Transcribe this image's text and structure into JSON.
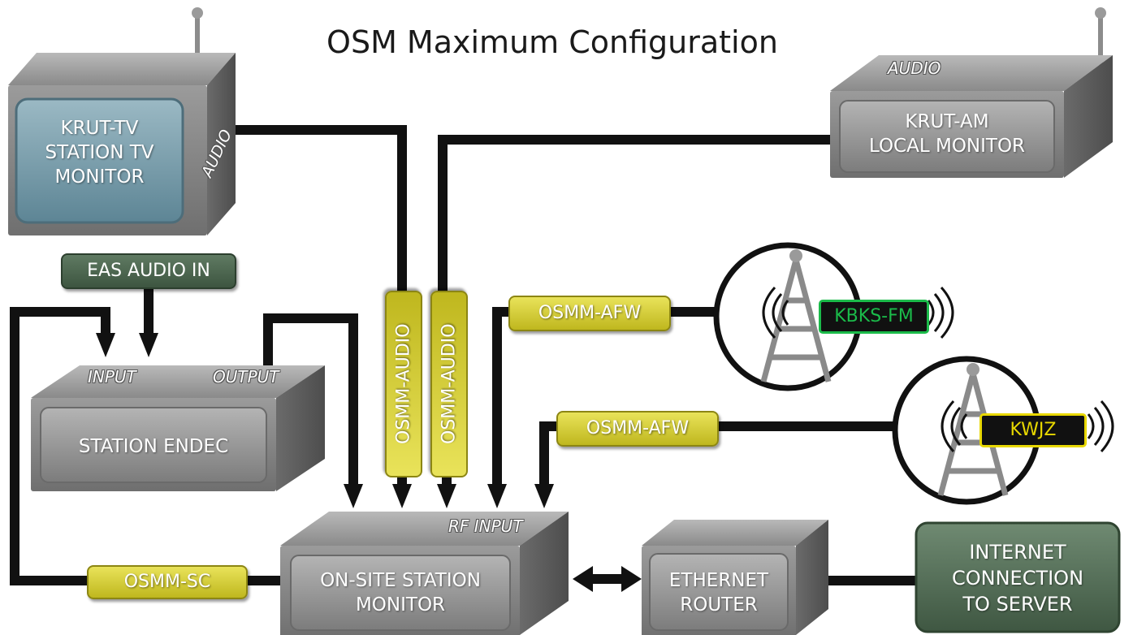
{
  "title": "OSM Maximum Configuration",
  "devices": {
    "tv_monitor": [
      "KRUT-TV",
      "STATION TV",
      "MONITOR"
    ],
    "tv_audio": "AUDIO",
    "am_monitor": [
      "KRUT-AM",
      "LOCAL MONITOR"
    ],
    "am_audio": "AUDIO",
    "endec": "STATION ENDEC",
    "endec_input": "INPUT",
    "endec_output": "OUTPUT",
    "osm": [
      "ON-SITE STATION",
      "MONITOR"
    ],
    "osm_rf_input": "RF INPUT",
    "router": [
      "ETHERNET",
      "ROUTER"
    ],
    "internet": [
      "INTERNET",
      "CONNECTION",
      "TO SERVER"
    ]
  },
  "tags": {
    "eas_audio_in": "EAS AUDIO IN",
    "osmm_audio_1": "OSMM-AUDIO",
    "osmm_audio_2": "OSMM-AUDIO",
    "osmm_afw_1": "OSMM-AFW",
    "osmm_afw_2": "OSMM-AFW",
    "osmm_sc": "OSMM-SC"
  },
  "stations": {
    "kbks": "KBKS-FM",
    "kwjz": "KWJZ"
  },
  "colors": {
    "yellow_tag": "#d4cc2e",
    "green_tag": "#4a634d",
    "internet_box": "#4f6b52",
    "tv_screen": "#6e95a6",
    "device_gray": "#8e8e8e",
    "kbks_border": "#1bbb4a",
    "kwjz_border": "#e8d800"
  }
}
